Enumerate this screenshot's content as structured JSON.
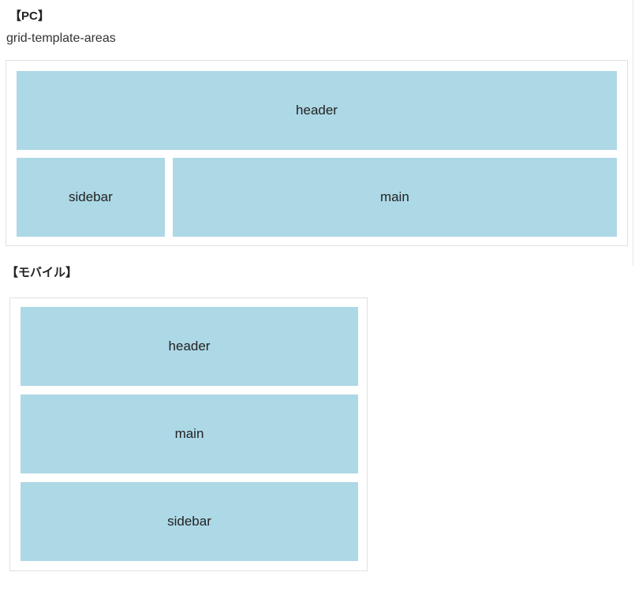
{
  "colors": {
    "block_fill": "#ADD8E6",
    "panel_border": "#E0E0E0",
    "page_bg": "#FFFFFF",
    "text": "#222222"
  },
  "pc_section": {
    "title": "【PC】",
    "caption": "grid-template-areas",
    "blocks": {
      "header": "header",
      "sidebar": "sidebar",
      "main": "main"
    }
  },
  "mobile_section": {
    "title": "【モバイル】",
    "blocks": {
      "header": "header",
      "main": "main",
      "sidebar": "sidebar"
    }
  }
}
